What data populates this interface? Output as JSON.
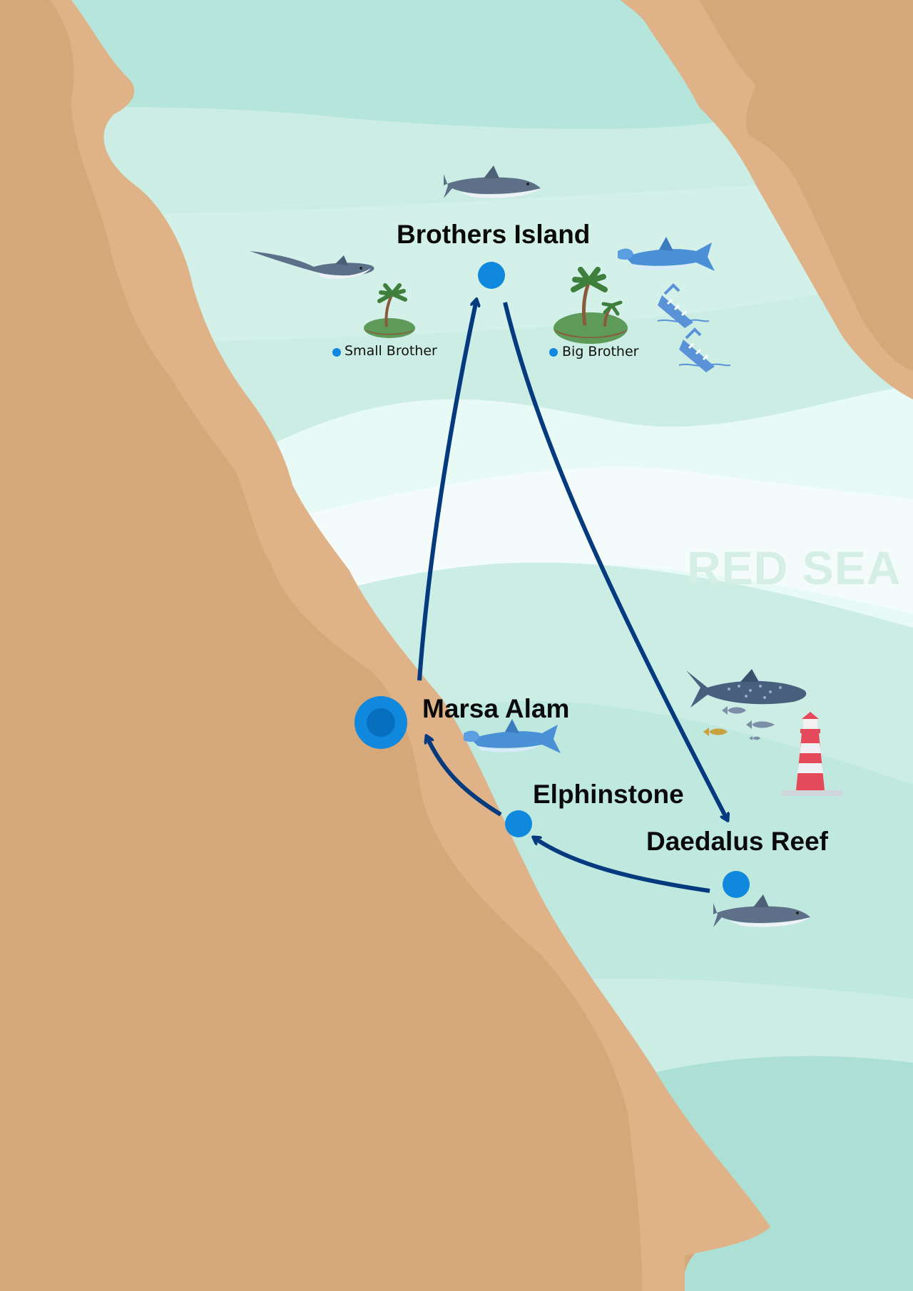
{
  "map": {
    "sea_name": "RED SEA",
    "colors": {
      "land": "#d6a779",
      "land_light": "#dfb288",
      "sea_dark": "#b3e4da",
      "sea_mid": "#c9ede3",
      "sea_light": "#e6f8f2",
      "sea_pale": "#f3fcfa",
      "route": "#063a7e",
      "marker": "#0f88de",
      "marker_inner": "#066fbe"
    },
    "locations": [
      {
        "id": "brothers",
        "name": "Brothers Island"
      },
      {
        "id": "marsa",
        "name": "Marsa Alam"
      },
      {
        "id": "elphinstone",
        "name": "Elphinstone"
      },
      {
        "id": "daedalus",
        "name": "Daedalus Reef"
      }
    ],
    "sublocations": [
      {
        "name": "Small Brother"
      },
      {
        "name": "Big Brother"
      }
    ],
    "route_order": [
      "Marsa Alam",
      "Brothers Island",
      "Daedalus Reef",
      "Elphinstone",
      "Marsa Alam"
    ],
    "icons": [
      "shark-icon",
      "thresher-shark-icon",
      "hammerhead-shark-icon",
      "whale-shark-icon",
      "palm-island-icon",
      "shipwreck-icon",
      "lighthouse-icon",
      "fish-icon"
    ]
  }
}
